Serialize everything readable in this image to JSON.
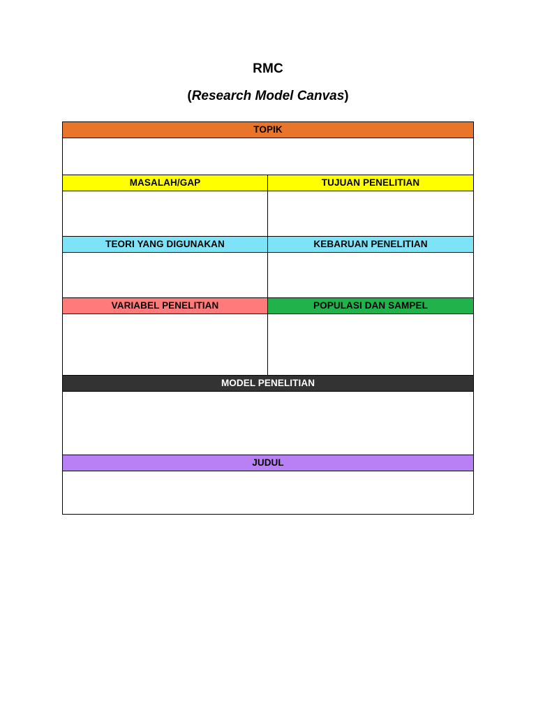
{
  "document": {
    "title_main": "RMC",
    "title_sub_prefix": "(",
    "title_sub_italic": "Research Model Canvas",
    "title_sub_suffix": ")"
  },
  "canvas": {
    "sections": [
      {
        "id": "topik",
        "label": "TOPIK",
        "color": "#E8752A",
        "text_color": "#000000",
        "body_height": 52,
        "split": false
      },
      {
        "id": "masalah-tujuan",
        "split": true,
        "left_label": "MASALAH/GAP",
        "right_label": "TUJUAN PENELITIAN",
        "color": "#FFFF00",
        "text_color": "#000000",
        "body_height": 64
      },
      {
        "id": "teori-kebaruan",
        "split": true,
        "left_label": "TEORI YANG DIGUNAKAN",
        "right_label": "KEBARUAN PENELITIAN",
        "color": "#7FE3F7",
        "text_color": "#000000",
        "body_height": 64
      },
      {
        "id": "variabel-populasi",
        "split": true,
        "left_label": "VARIABEL PENELITIAN",
        "right_label": "POPULASI DAN SAMPEL",
        "left_color": "#FF7B7B",
        "right_color": "#22B24C",
        "text_color": "#000000",
        "body_height": 87
      },
      {
        "id": "model-penelitian",
        "label": "MODEL PENELITIAN",
        "color": "#333333",
        "text_color": "#FFFFFF",
        "body_height": 90,
        "split": false
      },
      {
        "id": "judul",
        "label": "JUDUL",
        "color": "#B97FF5",
        "text_color": "#000000",
        "body_height": 61,
        "split": false
      }
    ]
  }
}
